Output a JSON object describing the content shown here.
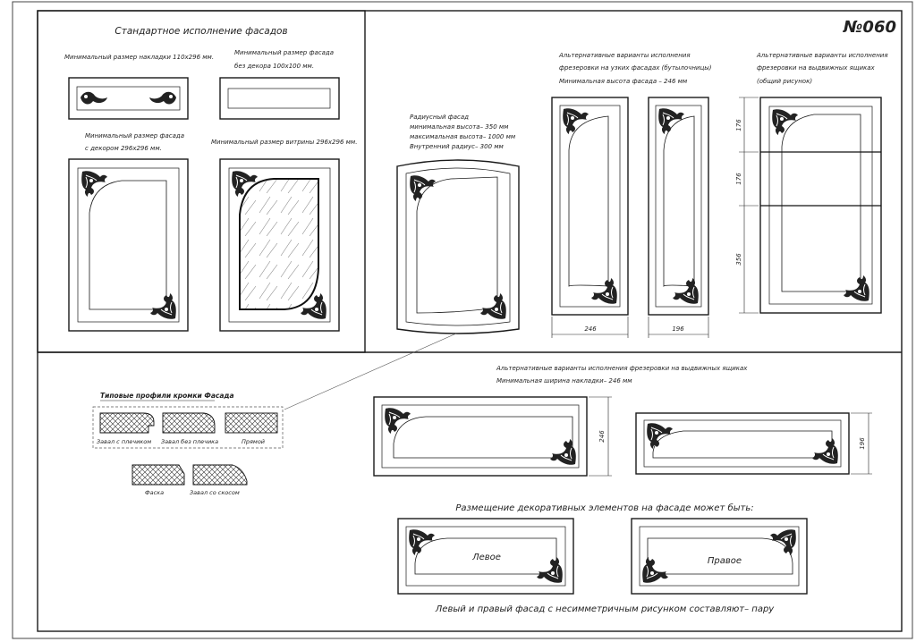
{
  "sheet_number": "№060",
  "standard": {
    "title": "Стандартное исполнение фасадов",
    "overlay_min_label": "Минимальный размер накладки 110х296 мм.",
    "facade_no_decor_label": [
      "Минимальный размер фасада",
      "без декора 100х100 мм."
    ],
    "facade_decor_label": [
      "Минимальный размер фасада",
      "с декором 296х296 мм."
    ],
    "showcase_label": "Минимальный размер витрины 296х296 мм."
  },
  "radius": {
    "lines": [
      "Радиусный фасад",
      "минимальная высота– 350 мм",
      "максимальная высота– 1000 мм",
      "Внутренний радиус– 300 мм"
    ]
  },
  "narrow": {
    "lines": [
      "Альтернативные варианты исполнения",
      "фрезеровки на узких фасадах (бутылочницы)",
      "Минимальная высота фасада – 246 мм"
    ],
    "dim_widths": [
      "246",
      "196"
    ]
  },
  "drawers": {
    "lines": [
      "Альтернативные варианты исполнения",
      "фрезеровки на выдвижных ящиках",
      "(общий рисунок)"
    ],
    "dim_heights": [
      "176",
      "176",
      "356"
    ]
  },
  "profiles": {
    "title": "Типовые профили кромки Фасада",
    "items": [
      "Завал с плечиком",
      "Завал без плечика",
      "Прямой",
      "Фаска",
      "Завал со скосом"
    ]
  },
  "drawer_alt": {
    "lines": [
      "Альтернативные варианты исполнения фрезеровки на выдвижных ящиках",
      "Минимальная ширина накладки– 246 мм"
    ],
    "dim_heights": [
      "246",
      "196"
    ]
  },
  "placement": {
    "title": "Размещение декоративных элементов на фасаде может быть:",
    "left_label": "Левое",
    "right_label": "Правое",
    "footer": "Левый и правый фасад с несимметричным рисунком составляют– пару"
  }
}
